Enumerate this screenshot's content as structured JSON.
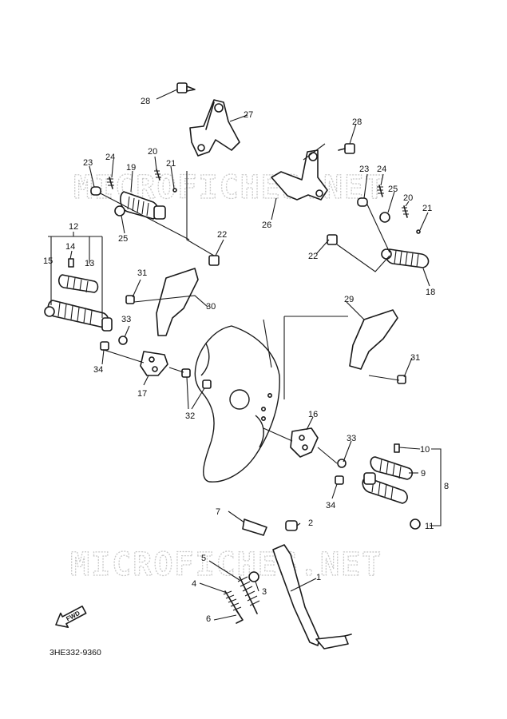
{
  "watermark": {
    "top": "MICROFICHES.NET",
    "bottom": "MICROFICHES.NET"
  },
  "diagram_code": "3HE332-9360",
  "fwd_label": "FWD",
  "callouts": {
    "c1": "1",
    "c2": "2",
    "c3": "3",
    "c4": "4",
    "c5": "5",
    "c6": "6",
    "c7": "7",
    "c8": "8",
    "c9": "9",
    "c10": "10",
    "c11": "11",
    "c12": "12",
    "c13": "13",
    "c14": "14",
    "c15": "15",
    "c16": "16",
    "c17": "17",
    "c18": "18",
    "c19": "19",
    "c20a": "20",
    "c20b": "20",
    "c21a": "21",
    "c21b": "21",
    "c22a": "22",
    "c22b": "22",
    "c23a": "23",
    "c23b": "23",
    "c24a": "24",
    "c24b": "24",
    "c25a": "25",
    "c25b": "25",
    "c26": "26",
    "c27": "27",
    "c28a": "28",
    "c28b": "28",
    "c29": "29",
    "c30": "30",
    "c31a": "31",
    "c31b": "31",
    "c32": "32",
    "c33a": "33",
    "c33b": "33",
    "c34a": "34",
    "c34b": "34"
  }
}
